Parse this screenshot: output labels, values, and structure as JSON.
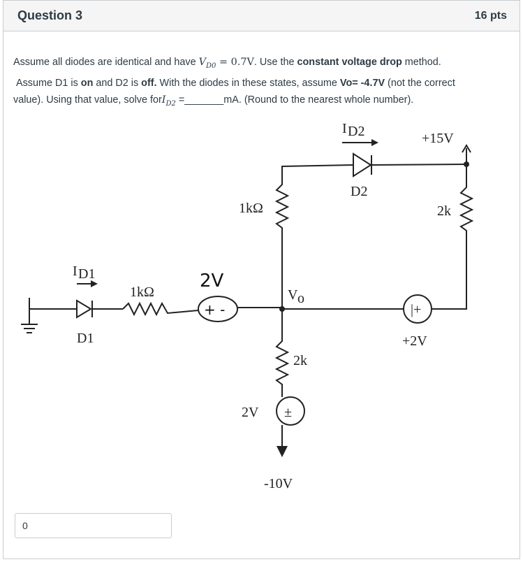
{
  "question": {
    "title": "Question 3",
    "points": "16 pts",
    "text": {
      "l1_a": "Assume all diodes are identical and have ",
      "vd0_sym": "V",
      "vd0_sub": "D0",
      "vd0_eq": " = 0.7V",
      "l1_b": ".  Use the ",
      "l1_bold": "constant voltage drop",
      "l1_c": " method.",
      "l2_a": "Assume D1 is ",
      "l2_on": "on",
      "l2_b": " and D2  is ",
      "l2_off": "off.",
      "l2_c": "  With the diodes in these states, assume ",
      "l2_vo": "Vo= -4.7V",
      "l2_d": " (not the correct",
      "l3_a": "value).  Using that value, solve for",
      "id2_sym": "I",
      "id2_sub": "D2",
      "l3_b": " =_______mA.  (Round to the nearest whole number)."
    }
  },
  "circuit": {
    "id2_top": "I",
    "id2_top_sub": "D2",
    "plus15": "+15V",
    "d2_label": "D2",
    "r_top": "1kΩ",
    "r_right": "2k",
    "id1": "I",
    "id1_sub": "D1",
    "d1_label": "D1",
    "r_left": "1kΩ",
    "src_2v_hand": "2V",
    "src_pm_hand": "+ -",
    "vo": "V",
    "vo_sub": "o",
    "src_2v_right_sym": "|+",
    "plus2": "+2V",
    "r_bottom": "2k",
    "src_2v_bottom": "2V",
    "src_2v_bottom_sym": "±",
    "minus10": "-10V"
  },
  "answer": {
    "value": "0"
  }
}
